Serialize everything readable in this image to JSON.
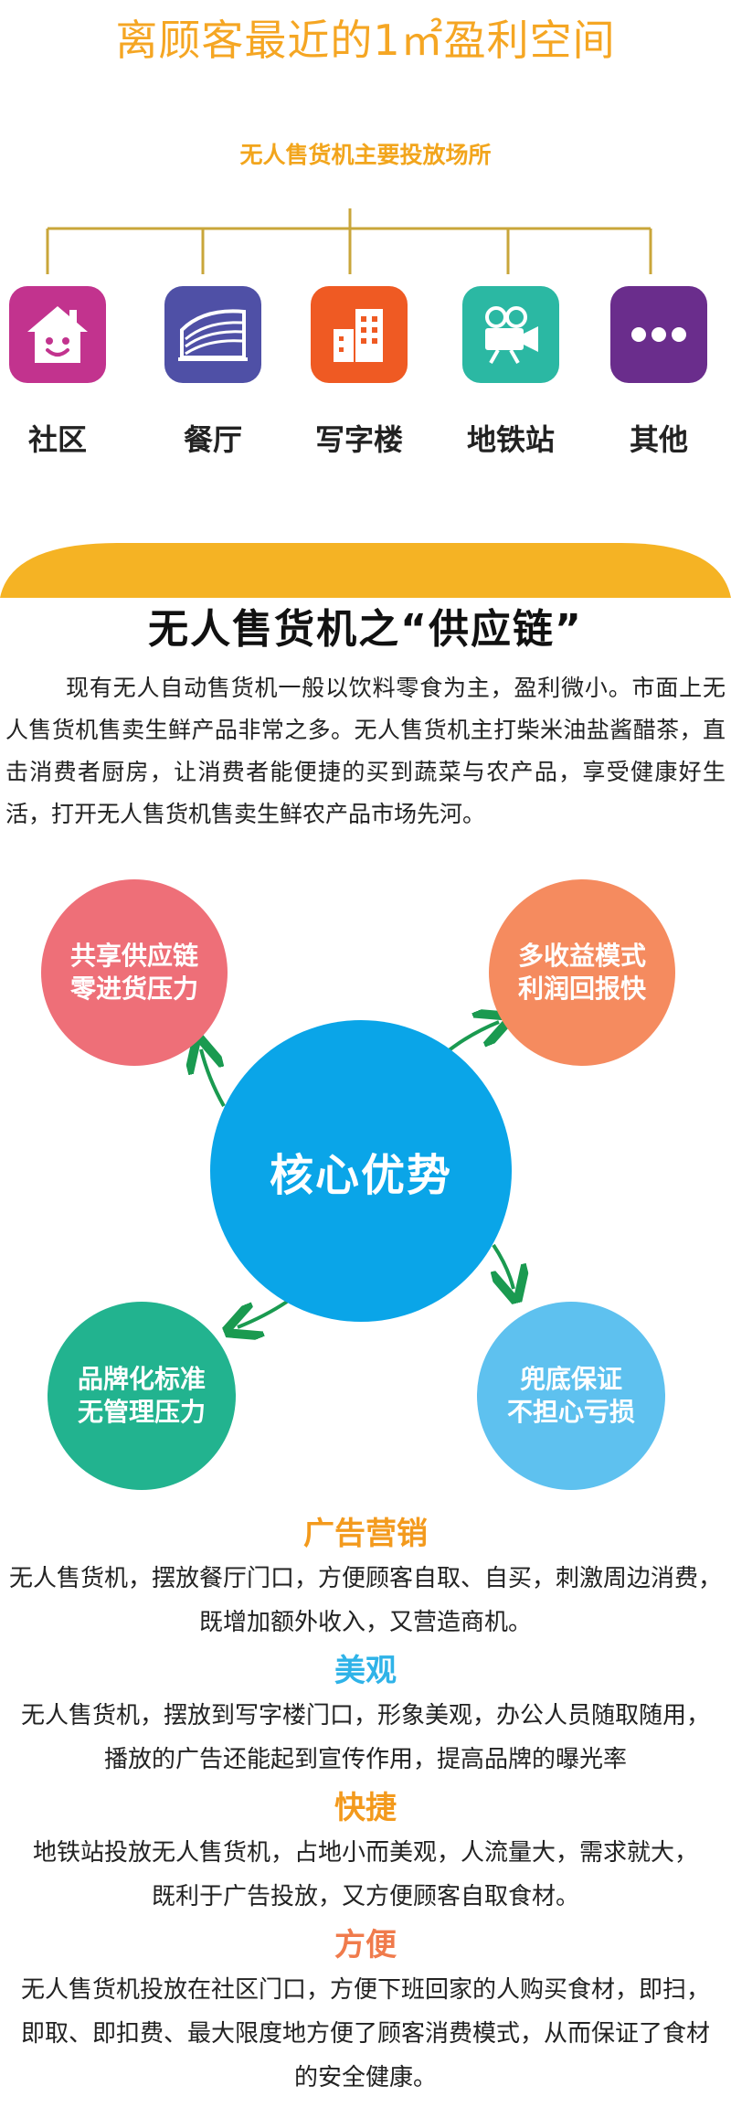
{
  "header": {
    "headline_main": "离顾客最近的1㎡盈利空间",
    "subhead": "无人售货机主要投放场所"
  },
  "venues": [
    {
      "label": "社区",
      "icon": "home-face-icon",
      "color": "#c2338e"
    },
    {
      "label": "餐厅",
      "icon": "restaurant-building-icon",
      "color": "#4f50a6"
    },
    {
      "label": "写字楼",
      "icon": "office-building-icon",
      "color": "#ef5a23"
    },
    {
      "label": "地铁站",
      "icon": "video-camera-icon",
      "color": "#2bb8a3"
    },
    {
      "label": "其他",
      "icon": "more-dots-icon",
      "color": "#6a2d8c"
    }
  ],
  "supply_chain": {
    "title": "无人售货机之“供应链”",
    "paragraph": "现有无人自动售货机一般以饮料零食为主，盈利微小。市面上无人售货机售卖生鲜产品非常之多。无人售货机主打柴米油盐酱醋茶，直击消费者厨房，让消费者能便捷的买到蔬菜与农产品，享受健康好生活，打开无人售货机售卖生鲜农产品市场先河。"
  },
  "advantages": {
    "core": "核心优势",
    "items": [
      {
        "line1": "共享供应链",
        "line2": "零进货压力",
        "color": "#ee6f78"
      },
      {
        "line1": "多收益模式",
        "line2": "利润回报快",
        "color": "#f58b5f"
      },
      {
        "line1": "品牌化标准",
        "line2": "无管理压力",
        "color": "#22b38f"
      },
      {
        "line1": "兜底保证",
        "line2": "不担心亏损",
        "color": "#5ec1ef"
      }
    ],
    "core_color": "#0aa5e8",
    "arrow_color": "#1a9a50"
  },
  "features": [
    {
      "title": "广告营销",
      "color": "#f39a1d",
      "lines": [
        "无人售货机，摆放餐厅门口，方便顾客自取、自买，刺激周边消费，",
        "既增加额外收入，又营造商机。"
      ]
    },
    {
      "title": "美观",
      "color": "#2fb3e8",
      "lines": [
        "无人售货机，摆放到写字楼门口，形象美观，办公人员随取随用，",
        "播放的广告还能起到宣传作用，提高品牌的曝光率"
      ]
    },
    {
      "title": "快捷",
      "color": "#f39a1d",
      "lines": [
        "地铁站投放无人售货机，占地小而美观，人流量大，需求就大，",
        "既利于广告投放，又方便顾客自取食材。"
      ]
    },
    {
      "title": "方便",
      "color": "#f07b4c",
      "lines": [
        "无人售货机投放在社区门口，方便下班回家的人购买食材，即扫，",
        "即取、即扣费、最大限度地方便了顾客消费模式，从而保证了食材",
        "的安全健康。"
      ]
    }
  ]
}
